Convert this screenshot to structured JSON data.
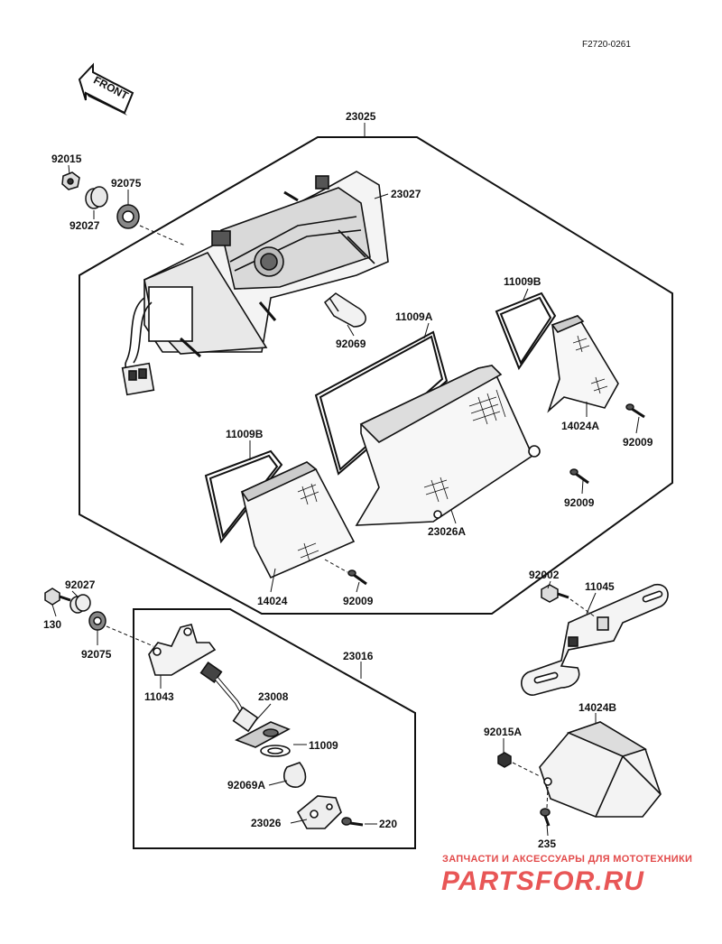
{
  "diagram": {
    "code": "F2720-0261",
    "front_arrow_label": "FRONT",
    "labels": {
      "p23025": "23025",
      "p23027": "23027",
      "p92015_top": "92015",
      "p92075_top": "92075",
      "p92027_top": "92027",
      "p92069": "92069",
      "p11009B_right": "11009B",
      "p11009A": "11009A",
      "p14024A": "14024A",
      "p92009_right": "92009",
      "p92009_mid": "92009",
      "p23026A": "23026A",
      "p11009B_left": "11009B",
      "p14024": "14024",
      "p92009_left": "92009",
      "p92027_bot": "92027",
      "p130": "130",
      "p92075_bot": "92075",
      "p11043": "11043",
      "p23016": "23016",
      "p23008": "23008",
      "p11009": "11009",
      "p92069A": "92069A",
      "p23026": "23026",
      "p220": "220",
      "p92002": "92002",
      "p11045": "11045",
      "p14024B": "14024B",
      "p92015A": "92015A",
      "p235": "235"
    }
  },
  "watermark": {
    "line1": "ЗАПЧАСТИ И АКСЕССУАРЫ ДЛЯ МОТОТЕХНИКИ",
    "line2": "PARTSFOR.RU"
  }
}
